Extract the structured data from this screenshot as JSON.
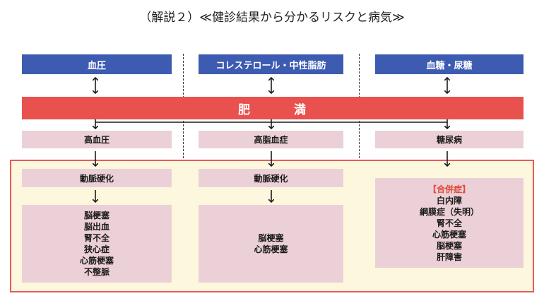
{
  "title": "（解説２）≪健診結果から分かるリスクと病気≫",
  "top_labels": {
    "blood_pressure": "血圧",
    "cholesterol": "コレステロール・中性脂肪",
    "blood_sugar": "血糖・尿糖"
  },
  "obesity": {
    "char1": "肥",
    "char2": "満"
  },
  "diseases": {
    "hypertension": "高血圧",
    "dyslipidemia": "高脂血症",
    "diabetes": "糖尿病"
  },
  "arteriosclerosis": {
    "left": "動脈硬化",
    "middle": "動脈硬化"
  },
  "outcomes": {
    "left": [
      "脳梗塞",
      "脳出血",
      "腎不全",
      "狭心症",
      "心筋梗塞",
      "不整脈"
    ],
    "middle": [
      "脳梗塞",
      "心筋梗塞"
    ],
    "right_header": "【合併症】",
    "right": [
      "白内障",
      "網膜症（失明）",
      "腎不全",
      "心筋梗塞",
      "脳梗塞",
      "肝障害"
    ]
  },
  "colors": {
    "top_box": "#3c5bb1",
    "obesity_bar": "#e9514f",
    "disease_box": "#ecd0d7",
    "risk_area_bg": "#fdf7de",
    "risk_area_border": "#e85a5a",
    "complication_text": "#e04a3a"
  }
}
